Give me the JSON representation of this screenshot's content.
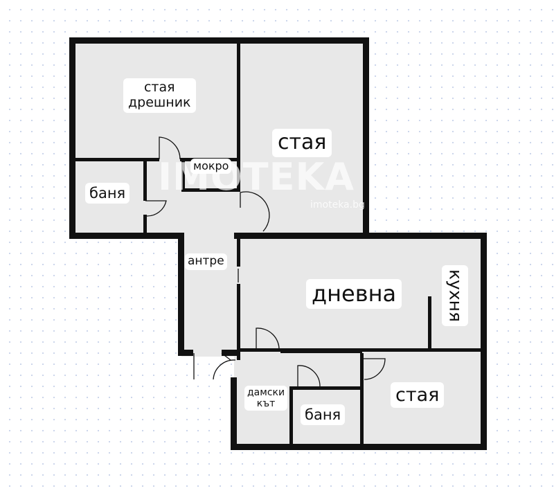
{
  "rooms": {
    "room_closet_line1": "стая",
    "room_closet_line2": "дрешник",
    "room_big": "стая",
    "wet": "мокро",
    "bath_left": "баня",
    "hall": "антре",
    "living": "дневна",
    "kitchen": "кухня",
    "powder_line1": "дамски",
    "powder_line2": "кът",
    "bath_bottom": "баня",
    "room_small": "стая"
  },
  "watermark": {
    "logo": "IMOTEKA",
    "url": "imoteka.bg"
  },
  "colors": {
    "room_fill": "#e8e8e8",
    "wall": "#111111",
    "background": "#ffffff",
    "grid_dot": "#c9d4ea"
  }
}
